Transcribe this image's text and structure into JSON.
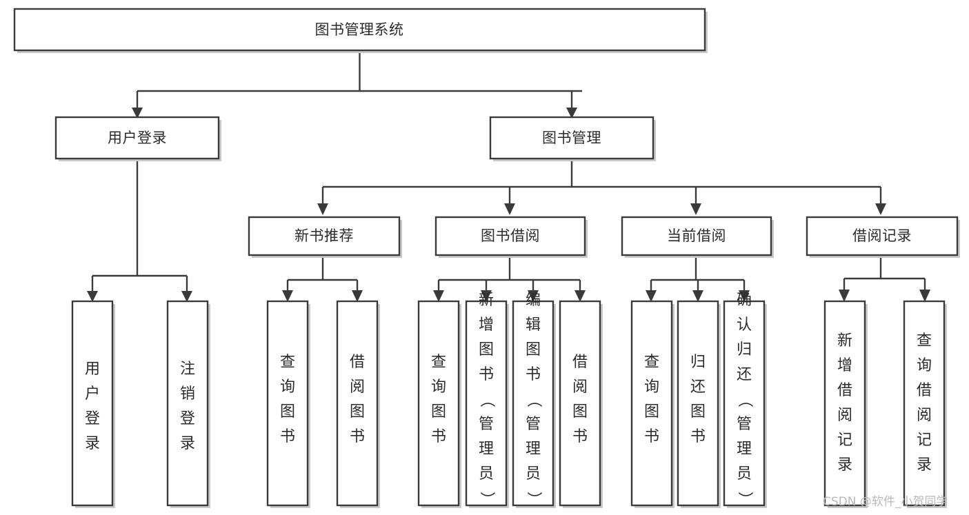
{
  "chart_data": {
    "type": "diagram",
    "subtype": "tree-hierarchy-functional-structure",
    "title": "图书管理系统",
    "orientation": "top-down",
    "levels": 4,
    "nodes": [
      {
        "id": "root",
        "label": "图书管理系统",
        "level": 0,
        "parent": null,
        "text_orientation": "horizontal"
      },
      {
        "id": "login",
        "label": "用户登录",
        "level": 1,
        "parent": "root",
        "text_orientation": "horizontal"
      },
      {
        "id": "bookmgmt",
        "label": "图书管理",
        "level": 1,
        "parent": "root",
        "text_orientation": "horizontal"
      },
      {
        "id": "newbook",
        "label": "新书推荐",
        "level": 2,
        "parent": "bookmgmt",
        "text_orientation": "horizontal"
      },
      {
        "id": "borrow",
        "label": "图书借阅",
        "level": 2,
        "parent": "bookmgmt",
        "text_orientation": "horizontal"
      },
      {
        "id": "current",
        "label": "当前借阅",
        "level": 2,
        "parent": "bookmgmt",
        "text_orientation": "horizontal"
      },
      {
        "id": "records",
        "label": "借阅记录",
        "level": 2,
        "parent": "bookmgmt",
        "text_orientation": "horizontal"
      },
      {
        "id": "leaf-user-login",
        "label": "用户登录",
        "level": 2,
        "parent": "login",
        "text_orientation": "vertical"
      },
      {
        "id": "leaf-user-logout",
        "label": "注销登录",
        "level": 2,
        "parent": "login",
        "text_orientation": "vertical"
      },
      {
        "id": "leaf-new-query",
        "label": "查询图书",
        "level": 3,
        "parent": "newbook",
        "text_orientation": "vertical"
      },
      {
        "id": "leaf-new-borrow",
        "label": "借阅图书",
        "level": 3,
        "parent": "newbook",
        "text_orientation": "vertical"
      },
      {
        "id": "leaf-borrow-query",
        "label": "查询图书",
        "level": 3,
        "parent": "borrow",
        "text_orientation": "vertical"
      },
      {
        "id": "leaf-borrow-add",
        "label": "新增图书（管理员）",
        "level": 3,
        "parent": "borrow",
        "text_orientation": "vertical"
      },
      {
        "id": "leaf-borrow-edit",
        "label": "编辑图书（管理员）",
        "level": 3,
        "parent": "borrow",
        "text_orientation": "vertical"
      },
      {
        "id": "leaf-borrow-lend",
        "label": "借阅图书",
        "level": 3,
        "parent": "borrow",
        "text_orientation": "vertical"
      },
      {
        "id": "leaf-current-query",
        "label": "查询图书",
        "level": 3,
        "parent": "current",
        "text_orientation": "vertical"
      },
      {
        "id": "leaf-current-return",
        "label": "归还图书",
        "level": 3,
        "parent": "current",
        "text_orientation": "vertical"
      },
      {
        "id": "leaf-current-confirm",
        "label": "确认归还（管理员）",
        "level": 3,
        "parent": "current",
        "text_orientation": "vertical"
      },
      {
        "id": "leaf-record-add",
        "label": "新增借阅记录",
        "level": 3,
        "parent": "records",
        "text_orientation": "vertical"
      },
      {
        "id": "leaf-record-query",
        "label": "查询借阅记录",
        "level": 3,
        "parent": "records",
        "text_orientation": "vertical"
      }
    ],
    "edges": [
      {
        "from": "root",
        "to": "login"
      },
      {
        "from": "root",
        "to": "bookmgmt"
      },
      {
        "from": "login",
        "to": "leaf-user-login"
      },
      {
        "from": "login",
        "to": "leaf-user-logout"
      },
      {
        "from": "bookmgmt",
        "to": "newbook"
      },
      {
        "from": "bookmgmt",
        "to": "borrow"
      },
      {
        "from": "bookmgmt",
        "to": "current"
      },
      {
        "from": "bookmgmt",
        "to": "records"
      },
      {
        "from": "newbook",
        "to": "leaf-new-query"
      },
      {
        "from": "newbook",
        "to": "leaf-new-borrow"
      },
      {
        "from": "borrow",
        "to": "leaf-borrow-query"
      },
      {
        "from": "borrow",
        "to": "leaf-borrow-add"
      },
      {
        "from": "borrow",
        "to": "leaf-borrow-edit"
      },
      {
        "from": "borrow",
        "to": "leaf-borrow-lend"
      },
      {
        "from": "current",
        "to": "leaf-current-query"
      },
      {
        "from": "current",
        "to": "leaf-current-return"
      },
      {
        "from": "current",
        "to": "leaf-current-confirm"
      },
      {
        "from": "records",
        "to": "leaf-record-add"
      },
      {
        "from": "records",
        "to": "leaf-record-query"
      }
    ],
    "colors": {
      "background": "#ffffff",
      "box_fill": "#ffffff",
      "box_stroke": "#3a3a3a",
      "connector": "#3a3a3a",
      "text": "#2b2b2b",
      "watermark": "#b9b9b9"
    }
  },
  "watermark": {
    "text": "CSDN @软件_小贺同学"
  }
}
